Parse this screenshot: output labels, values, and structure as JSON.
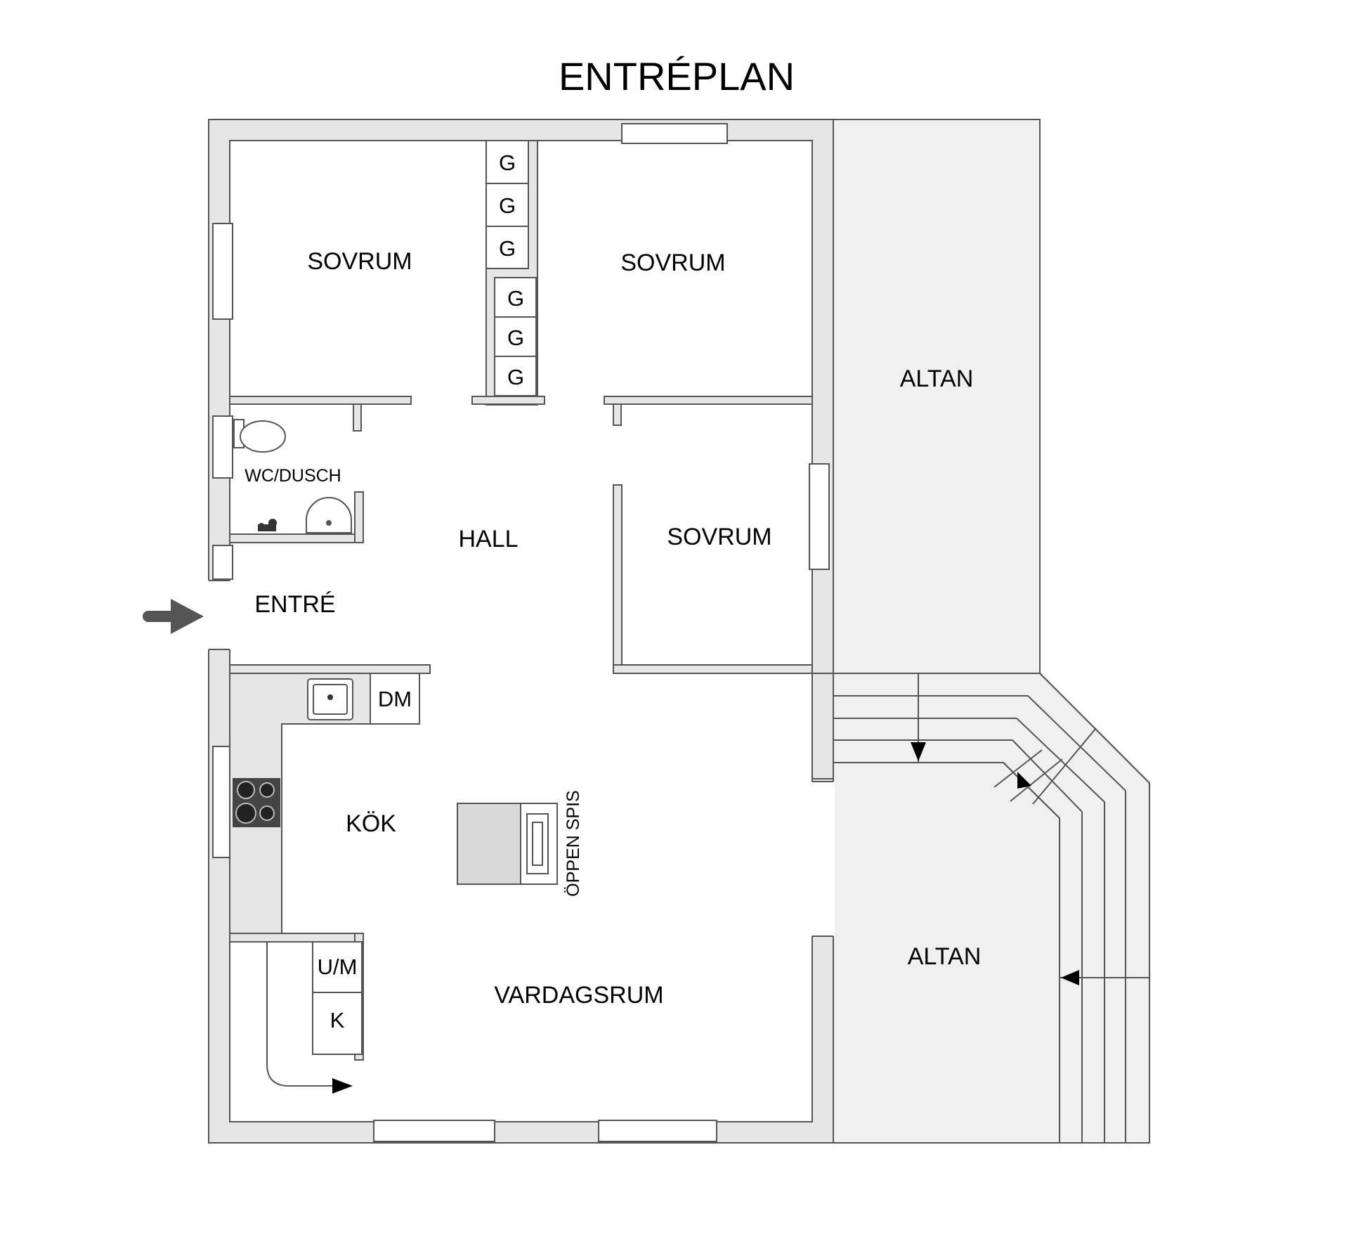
{
  "title": "ENTRÉPLAN",
  "rooms": {
    "bedroom_top_left": "SOVRUM",
    "bedroom_top_right": "SOVRUM",
    "bedroom_middle": "SOVRUM",
    "wc": "WC/DUSCH",
    "hall": "HALL",
    "entrance": "ENTRÉ",
    "kitchen": "KÖK",
    "living": "VARDAGSRUM",
    "deck_upper": "ALTAN",
    "deck_lower": "ALTAN"
  },
  "fixtures": {
    "wardrobe_label": "G",
    "dishwasher": "DM",
    "fireplace": "ÖPPEN SPIS",
    "oven_micro": "U/M",
    "fridge": "K"
  },
  "icons": [
    "entrance-arrow-icon",
    "toilet-icon",
    "washbasin-icon",
    "shower-mixer-icon",
    "kitchen-sink-icon",
    "stove-icon",
    "fireplace-icon",
    "stair-arrow-icon"
  ]
}
